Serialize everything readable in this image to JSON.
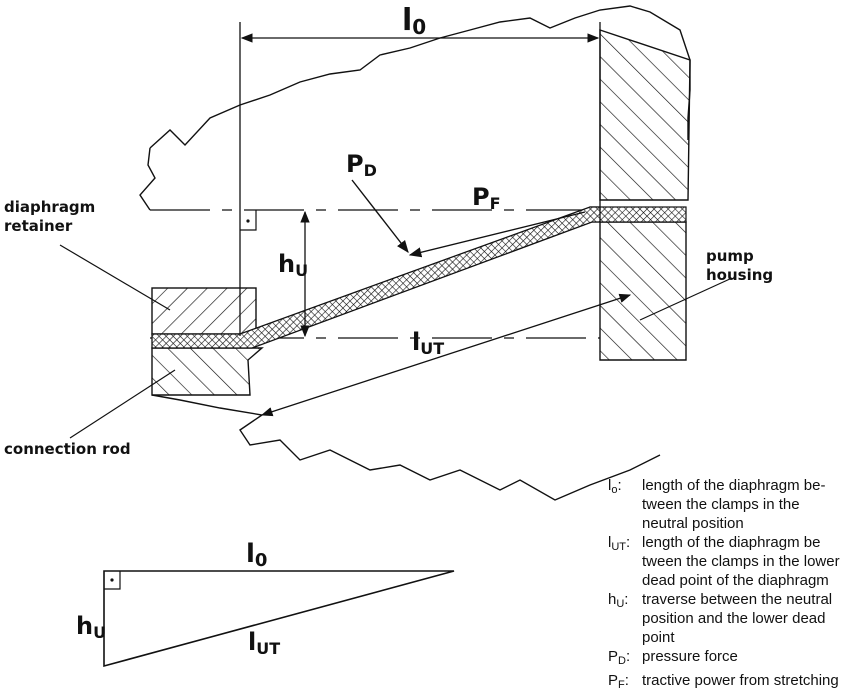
{
  "labels": {
    "l0_top": "l",
    "l0_top_sub": "0",
    "pd": "P",
    "pd_sub": "D",
    "pf": "P",
    "pf_sub": "F",
    "hu": "h",
    "hu_sub": "U",
    "lut": "l",
    "lut_sub": "UT",
    "diaphragm_retainer_1": "diaphragm",
    "diaphragm_retainer_2": "retainer",
    "pump_housing_1": "pump",
    "pump_housing_2": "housing",
    "connection_rod": "connection rod",
    "tri_l0": "l",
    "tri_l0_sub": "0",
    "tri_hu": "h",
    "tri_hu_sub": "U",
    "tri_lut": "l",
    "tri_lut_sub": "UT"
  },
  "legend": [
    {
      "sym": "l",
      "sub": "o",
      "colon": ":",
      "text": "length of the diaphragm be-\ntween the clamps in the\nneutral position"
    },
    {
      "sym": "l",
      "sub": "UT",
      "colon": ":",
      "text": "length of the diaphragm be\ntween the clamps in the lower\ndead point of the diaphragm"
    },
    {
      "sym": "h",
      "sub": "U",
      "colon": ":",
      "text": "traverse between the neutral\nposition and the lower dead\npoint"
    },
    {
      "sym": "P",
      "sub": "D",
      "colon": ":",
      "text": "pressure force"
    },
    {
      "sym": "P",
      "sub": "F",
      "colon": ":",
      "text": "tractive power from stretching"
    }
  ]
}
